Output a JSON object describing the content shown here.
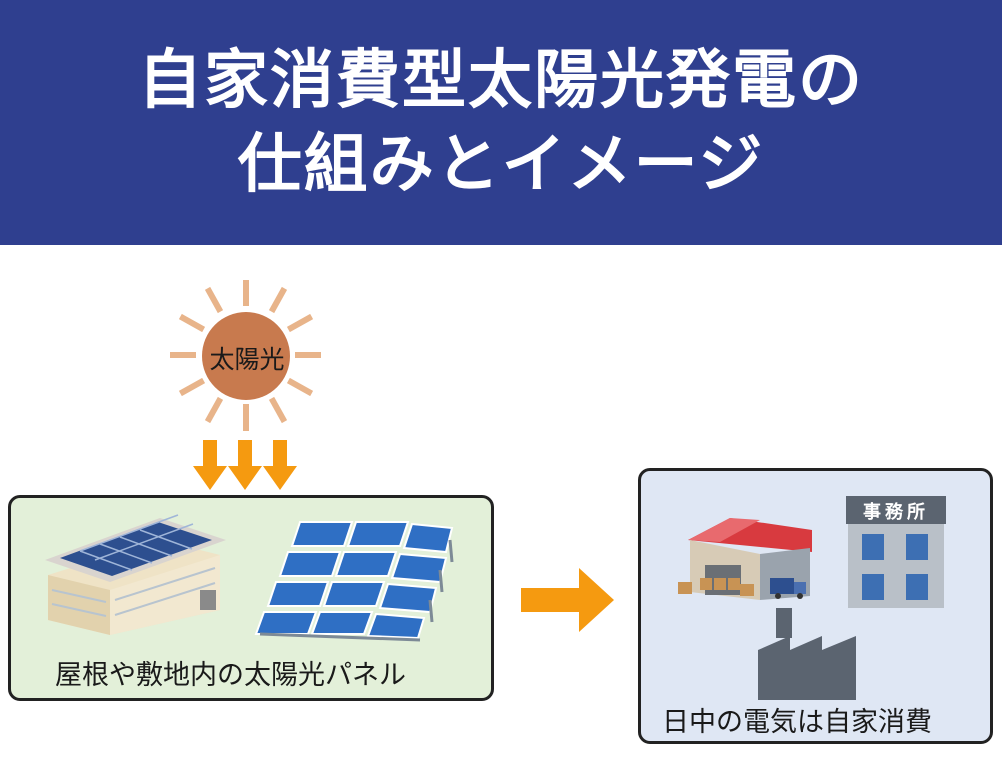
{
  "title": {
    "line1": "自家消費型太陽光発電の",
    "line2": "仕組みとイメージ"
  },
  "sun": {
    "label": "太陽光",
    "color": "#c87a4e",
    "ray_color": "#e8b48a",
    "arrow_color": "#f59a10"
  },
  "left_panel": {
    "caption": "屋根や敷地内の太陽光パネル",
    "background": "#e3f0d9"
  },
  "flow_arrow": {
    "color": "#f59a10"
  },
  "right_panel": {
    "caption": "日中の電気は自家消費",
    "office_sign": "事務所",
    "background": "#dfe7f4"
  }
}
